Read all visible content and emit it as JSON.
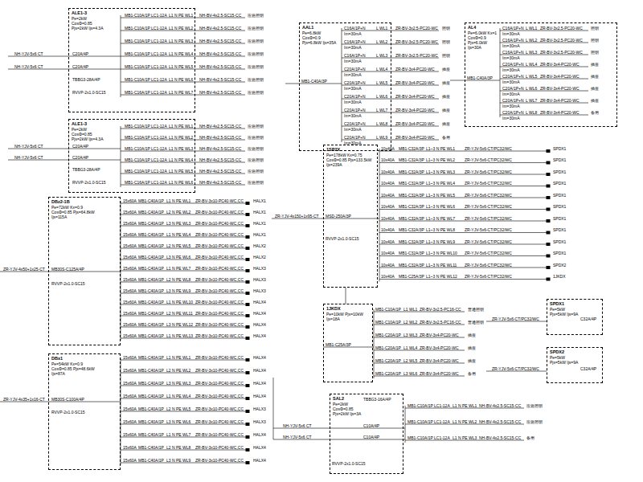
{
  "diagram": {
    "nodes": [
      {
        "text": [
          "ALE1-3",
          "Pe=2kW CosΦ=0.85 Pjs=2kW Ijs=4.3A"
        ]
      },
      {
        "text": [
          "ALE1-3",
          "Pe=2kW CosΦ=0.85 Pjs=2kW Ijs=4.3A"
        ]
      },
      {
        "text": [
          "DBz2-1B",
          "Pe=72kW Kx=0.9 CosΦ=0.85 Pjs=64.8kW Ijs=115A"
        ]
      },
      {
        "text": [
          "DBx1",
          "Pe=54kW Kx=0.9 CosΦ=0.85 Pjs=48.6kW Ijs=87A"
        ]
      },
      {
        "text": [
          "AAL1",
          "Pe=6.8kW CosΦ=0.9 Pjs=6.8kW Ijs=35A"
        ]
      },
      {
        "text": [
          "AL4",
          "Pe=6.0kW Kx=1 CosΦ=0.9 Pjs=6.0kW Ijs=30A"
        ]
      },
      {
        "text": [
          "1SP2X",
          "Pe=178kW Kx=0.75 CosΦ=0.85 Pjs=133.5kW Ijs=239A"
        ]
      },
      {
        "text": [
          "1JKDX",
          "Pe=10kW Pjs=10kW Ijs=18A"
        ]
      },
      {
        "text": [
          "SPDX1",
          "Pe=5kW Pjs=5kW Ijs=9A"
        ]
      },
      {
        "text": [
          "SPDX2",
          "Pe=5kW Pjs=5kW Ijs=9A"
        ]
      },
      {
        "text": [
          "SAL2",
          "Pe=2kW CosΦ=0.85 Pjs=2kW Ijs=3A"
        ]
      }
    ],
    "edges": [
      {
        "from": 6,
        "to": 7,
        "arrow": "none"
      }
    ],
    "labels": [
      "NH-YJV-5x6 CT",
      "NH-YJV-5x6 CT",
      "C20A/4P",
      "C20A/4P",
      "TBBG3-28A/4P",
      "RVVP-2x1.0-SC15",
      "MB1-C10A/1P",
      "LC1-12A",
      "L1 N PE WL1",
      "NH-BV-4x2.5-SC15-CC",
      "应急照明",
      "MB1-C10A/1P",
      "LC1-12A",
      "L1 N PE WL2",
      "NH-BV-4x2.5-SC15-CC",
      "应急照明",
      "MB1-C10A/1P",
      "LC1-12A",
      "L1 N PE WL3",
      "NH-BV-4x2.5-SC15-CC",
      "应急照明",
      "MB1-C10A/1P",
      "LC1-12A",
      "L1 N PE WL4",
      "NH-BV-4x2.5-SC15-CC",
      "应急照明",
      "MB1-C10A/1P",
      "LC1-12A",
      "L1 N PE WL5",
      "NH-BV-4x2.5-SC15-CC",
      "应急照明",
      "MB1-C10A/1P",
      "LC1-12A",
      "L1 N PE WL6",
      "NH-BV-4x2.5-SC15-CC",
      "应急照明",
      "MB1-C16A/1P",
      "LC1-12A",
      "L1 N PE WL7",
      "NH-BV-4x2.5-SC15-CC",
      "应急照明",
      "NH-YJV-5x6 CT",
      "NH-YJV-5x6 CT",
      "C20A/4P",
      "C20A/4P",
      "TBBG3-28A/4P",
      "RVVP-2x1.0-SC15",
      "MB1-C10A/1P",
      "LC1-12A",
      "L1 N PE WL1",
      "NH-BV-4x2.5-SC15-CC",
      "应急照明",
      "MB1-C10A/1P",
      "LC1-12A",
      "L1 N PE WL2",
      "NH-BV-4x2.5-SC15-CC",
      "应急照明",
      "MB1-C10A/1P",
      "LC1-12A",
      "L1 N PE WL3",
      "NH-BV-4x2.5-SC15-CC",
      "应急照明",
      "MB1-C10A/1P",
      "LC1-12A",
      "L1 N PE WL4",
      "NH-BV-4x2.5-SC15-CC",
      "应急照明",
      "MB1-C10A/1P",
      "LC1-12A",
      "L1 N PE WL5",
      "NH-BV-4x2.5-SC15-CC",
      "应急照明",
      "MB1-C16A/1P",
      "LC1-12A",
      "L1 N PE WL6",
      "NH-BV-4x2.5-SC15-CC",
      "应急照明",
      "ZR-YJV-4x50+1x25-CT",
      "MB30S-C125A/4P",
      "RVVP-2x1.0-SC15",
      "15x60A",
      "MB1-C40A/1P",
      "L1 N PE WL1",
      "ZR-BV-3x10-PC40-WC,CC",
      "HALX1",
      "15x60A",
      "MB1-C40A/1P",
      "L2 N PE WL2",
      "ZR-BV-3x10-PC40-WC,CC",
      "HALX1",
      "15x60A",
      "MB1-C40A/1P",
      "L3 N PE WL3",
      "ZR-BV-3x10-PC40-WC,CC",
      "HALX1",
      "15x60A",
      "MB1-C40A/1P",
      "L1 N PE WL4",
      "ZR-BV-3x10-PC40-WC,CC",
      "HALX1",
      "15x60A",
      "MB1-C40A/1P",
      "L2 N PE WL5",
      "ZR-BV-3x10-PC40-WC,CC",
      "HALX2",
      "15x60A",
      "MB1-C40A/1P",
      "L3 N PE WL6",
      "ZR-BV-3x10-PC40-WC,CC",
      "HALX2",
      "15x60A",
      "MB1-C40A/1P",
      "L1 N PE WL7",
      "ZR-BV-3x10-PC40-WC,CC",
      "HALX3",
      "15x60A",
      "MB1-C40A/1P",
      "L2 N PE WL8",
      "ZR-BV-3x10-PC40-WC,CC",
      "HALX3",
      "15x60A",
      "MB1-C40A/1P",
      "L3 N PE WL9",
      "ZR-BV-3x10-PC40-WC,CC",
      "HALX3",
      "15x60A",
      "MB1-C40A/1P",
      "L1 N PE WL10",
      "ZR-BV-3x10-PC40-WC,CC",
      "HALX4",
      "15x60A",
      "MB1-C40A/1P",
      "L2 N PE WL11",
      "ZR-BV-3x10-PC40-WC,CC",
      "HALX4",
      "15x60A",
      "MB1-C40A/1P",
      "L3 N PE WL12",
      "ZR-BV-3x10-PC40-WC,CC",
      "HALX4",
      "15x60A",
      "MB1-C40A/1P",
      "L1 N PE WL13",
      "ZR-BV-3x10-PC40-WC,CC",
      "HALX4",
      "ZR-YJV-4x35+1x16-CT",
      "MB30S-C100A/4P",
      "RVVP-2x1.0-SC15",
      "15x60A",
      "MB1-C40A/1P",
      "L1 N PE WL1",
      "ZR-BV-3x10-PC40-WC,CC",
      "HALX4",
      "15x60A",
      "MB1-C40A/1P",
      "L2 N PE WL2",
      "ZR-BV-3x10-PC40-WC,CC",
      "HALX4",
      "15x60A",
      "MB1-C40A/1P",
      "L3 N PE WL3",
      "ZR-BV-3x10-PC40-WC,CC",
      "HALX4",
      "15x60A",
      "MB1-C40A/1P",
      "L1 N PE WL4",
      "ZR-BV-3x10-PC40-WC,CC",
      "HALX4",
      "15x60A",
      "MB1-C40A/1P",
      "L2 N PE WL5",
      "ZR-BV-3x10-PC40-WC,CC",
      "HALX3",
      "15x60A",
      "MB1-C40A/1P",
      "L3 N PE WL6",
      "ZR-BV-3x10-PC40-WC,CC",
      "HALX3",
      "15x60A",
      "MB1-C40A/1P",
      "L1 N PE WL7",
      "ZR-BV-3x10-PC40-WC,CC",
      "HALX4",
      "15x60A",
      "MB1-C40A/1P",
      "L2 N PE WL8",
      "ZR-BV-3x10-PC40-WC,CC",
      "HALX4",
      "15x60A",
      "MB1-C40A/1P",
      "L3 N PE WL9",
      "ZR-BV-3x10-PC40-WC,CC",
      "HALX4",
      "MB1-C40A/3P",
      "C16A/1P+N",
      "Im=30mA",
      "L WL1",
      "ZR-BV-3x2.5-PC20-WC",
      "照明",
      "C16A/1P+N",
      "Im=30mA",
      "L WL2",
      "ZR-BV-3x2.5-PC20-WC",
      "照明",
      "C16A/1P+N",
      "Im=30mA",
      "L WL3",
      "ZR-BV-3x2.5-PC20-WC",
      "照明",
      "C20A/1P+N",
      "Im=30mA",
      "L WL4",
      "ZR-BV-3x4-PC20-WC",
      "插座",
      "C20A/1P+N",
      "Im=30mA",
      "L WL5",
      "ZR-BV-3x4-PC20-WC",
      "插座",
      "C20A/1P+N",
      "Im=30mA",
      "L WL6",
      "ZR-BV-3x4-PC20-WC",
      "插座",
      "C20A/1P+N",
      "Im=30mA",
      "L WL7",
      "ZR-BV-3x4-PC20-WC",
      "插座",
      "C20A/1P+N",
      "Im=30mA",
      "L WL8",
      "ZR-BV-3x4-PC20-WC",
      "插座",
      "C20A/1P+N",
      "Im=30mA",
      "L WL9",
      "ZR-BV-3x4-PC20-WC",
      "备用",
      "MB1-C40A/3P",
      "C16A/1P+N",
      "Im=30mA",
      "L WL1",
      "ZR-BV-3x2.5-PC20-WC",
      "照明",
      "C16A/1P+N",
      "Im=30mA",
      "L WL2",
      "ZR-BV-3x2.5-PC20-WC",
      "照明",
      "C16A/1P+N",
      "Im=30mA",
      "L WL3",
      "ZR-BV-3x2.5-PC20-WC",
      "照明",
      "C20A/1P+N",
      "Im=30mA",
      "L WL4",
      "ZR-BV-3x4-PC20-WC",
      "插座",
      "C20A/1P+N",
      "Im=30mA",
      "L WL5",
      "ZR-BV-3x4-PC20-WC",
      "插座",
      "C20A/1P+N",
      "Im=30mA",
      "L WL6",
      "ZR-BV-3x4-PC20-WC",
      "插座",
      "C20A/1P+N",
      "Im=30mA",
      "L WL7",
      "ZR-BV-3x4-PC20-WC",
      "插座",
      "C20A/1P+N",
      "Im=30mA",
      "L WL8",
      "ZR-BV-3x4-PC20-WC",
      "备用",
      "ZR-YJV-4x150+1x95-CT",
      "MSD-250A/3P",
      "RVVP-2x1.0-SC15",
      "10x40A",
      "MB1-C32A/3P",
      "L1~3 N PE WL1",
      "ZR-YJV-5x6-CT/PC32/WC",
      "SPDX1",
      "10x40A",
      "MB1-C32A/3P",
      "L1~3 N PE WL2",
      "ZR-YJV-5x6-CT/PC32/WC",
      "SPDX1",
      "10x40A",
      "MB1-C32A/3P",
      "L1~3 N PE WL3",
      "ZR-YJV-5x6-CT/PC32/WC",
      "SPDX1",
      "10x40A",
      "MB1-C32A/3P",
      "L1~3 N PE WL4",
      "ZR-YJV-5x6-CT/PC32/WC",
      "SPDX1",
      "10x40A",
      "MB1-C32A/3P",
      "L1~3 N PE WL5",
      "ZR-YJV-5x6-CT/PC32/WC",
      "SPDX1",
      "10x40A",
      "MB1-C32A/3P",
      "L1~3 N PE WL6",
      "ZR-YJV-5x6-CT/PC32/WC",
      "SPDX1",
      "10x40A",
      "MB1-C32A/3P",
      "L1~3 N PE WL7",
      "ZR-YJV-5x6-CT/PC32/WC",
      "SPDX1",
      "10x40A",
      "MB1-C32A/3P",
      "L1~3 N PE WL8",
      "ZR-YJV-5x6-CT/PC32/WC",
      "SPDX1",
      "10x40A",
      "MB1-C32A/3P",
      "L1~3 N PE WL9",
      "ZR-YJV-5x6-CT/PC32/WC",
      "SPDX1",
      "10x40A",
      "MB1-C32A/3P",
      "L1~3 N PE WL10",
      "ZR-YJV-5x6-CT/PC32/WC",
      "SPDX1",
      "10x40A",
      "MB1-C32A/3P",
      "L1~3 N PE WL11",
      "ZR-YJV-5x6-CT/PC32/WC",
      "SPDX2",
      "10x40A",
      "MB1-C25A/3P",
      "L1~3 N PE WL12",
      "ZR-YJV-5x6-CT/PC32/WC",
      "1JKDX",
      "MB1-C25A/3P",
      "MB1-C10A/1P",
      "L1 WL1",
      "ZR-BV-3x2.5-PC16-CC",
      "普通照明",
      "MB1-C10A/1P",
      "L2 WL2",
      "ZR-BV-3x2.5-PC16-CC",
      "普通照明",
      "MB1-C20A/1P",
      "L3 WL3",
      "ZR-BV-3x4-PC20-WC",
      "插座",
      "MB1-C20A/1P",
      "L1 WL4",
      "ZR-BV-3x4-PC20-WC",
      "插座",
      "MB1-C20A/1P",
      "L2 WL5",
      "ZR-BV-3x4-PC20-WC",
      "插座",
      "MB1-C20A/1P",
      "L3 WL6",
      "ZR-BV-3x4-PC20-WC",
      "备用",
      "ZR-YJV-5x6-CT/PC32/WC",
      "C32A/4P",
      "ZR-YJV-5x6-CT/PC32/WC",
      "C32A/4P",
      "NH-YJV-5x6 CT",
      "NH-YJV-5x6 CT",
      "TBBG3-16A/4P",
      "C10A/4P",
      "C10A/4P",
      "RVVP-2x1.0-SC15",
      "MB1-C10A/1P",
      "LC1-12A",
      "L1 N PE WL1",
      "NH-BV-4x2.5-SC15-CC",
      "应急照明",
      "MB1-C10A/1P",
      "LC1-12A",
      "L1 N PE WL2",
      "NH-BV-4x2.5-SC15-CC",
      "应急照明",
      "MB1-C10A/1P",
      "LC1-12A",
      "L1 N PE WL3",
      "NH-BV-4x2.5-SC15-CC",
      "备用"
    ]
  }
}
